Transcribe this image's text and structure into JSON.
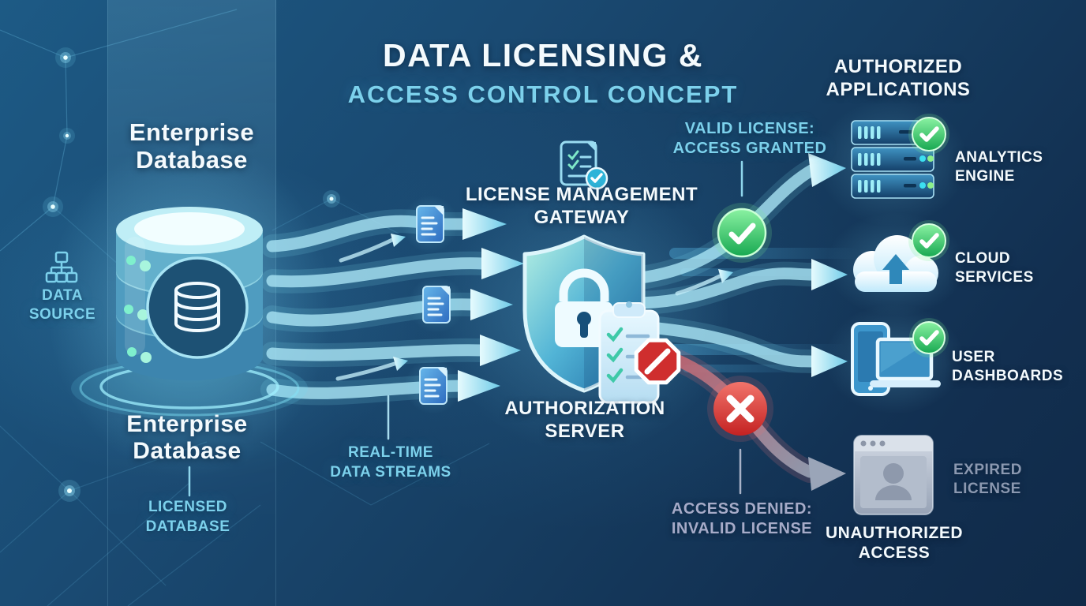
{
  "title": {
    "line1": "DATA LICENSING &",
    "line2": "ACCESS CONTROL CONCEPT"
  },
  "source": {
    "enterprise_top": "Enterprise\nDatabase",
    "data_source": "DATA\nSOURCE",
    "enterprise_bottom": "Enterprise\nDatabase",
    "licensed": "LICENSED\nDATABASE"
  },
  "streams": {
    "label": "REAL-TIME\nDATA STREAMS"
  },
  "gateway": {
    "title": "LICENSE MANAGEMENT\nGATEWAY",
    "server": "AUTHORIZATION\nSERVER"
  },
  "outcomes": {
    "granted": "VALID LICENSE:\nACCESS GRANTED",
    "denied": "ACCESS DENIED:\nINVALID LICENSE"
  },
  "apps": {
    "title": "AUTHORIZED\nAPPLICATIONS",
    "items": [
      {
        "label": "ANALYTICS\nENGINE",
        "status": "granted"
      },
      {
        "label": "CLOUD\nSERVICES",
        "status": "granted"
      },
      {
        "label": "USER\nDASHBOARDS",
        "status": "granted"
      }
    ]
  },
  "unauthorized": {
    "expired": "EXPIRED\nLICENSE",
    "label": "UNAUTHORIZED\nACCESS"
  },
  "icons": {
    "data_source": "sitemap-icon",
    "database": "database-cylinder-icon",
    "stream_doc": "document-stream-icon",
    "license_check": "license-document-check-icon",
    "gateway": "shield-lock-icon",
    "authorization": "clipboard-checklist-icon",
    "no_entry": "no-entry-icon",
    "granted": "green-check-icon",
    "denied": "red-x-icon",
    "analytics": "server-rack-icon",
    "cloud": "cloud-upload-icon",
    "dashboards": "phone-laptop-icon",
    "unauthorized": "browser-user-icon"
  },
  "colors": {
    "background": "#163d61",
    "accent_cyan": "#7cd1ec",
    "white": "#f4fafd",
    "green": "#2fbf66",
    "red": "#d93434",
    "muted_gray": "#8b98b0",
    "muted_lavender": "#a6abc8"
  }
}
